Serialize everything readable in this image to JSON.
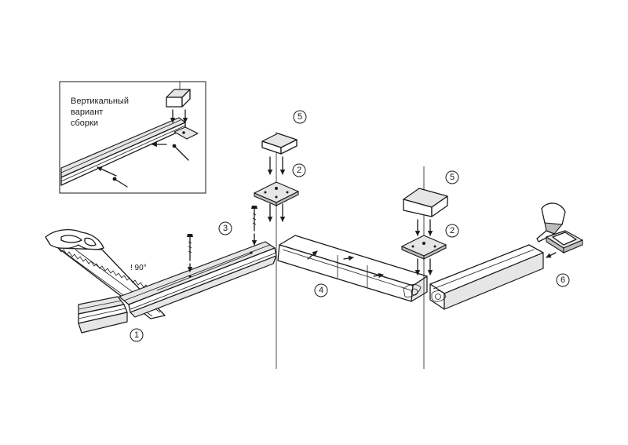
{
  "inset": {
    "line1": "Вертикальный",
    "line2": "вариант",
    "line3": "сборки"
  },
  "angle_label": "! 90°",
  "steps": {
    "s1": "1",
    "s2a": "2",
    "s2b": "2",
    "s3": "3",
    "s4": "4",
    "s5a": "5",
    "s5b": "5",
    "s6": "6"
  }
}
